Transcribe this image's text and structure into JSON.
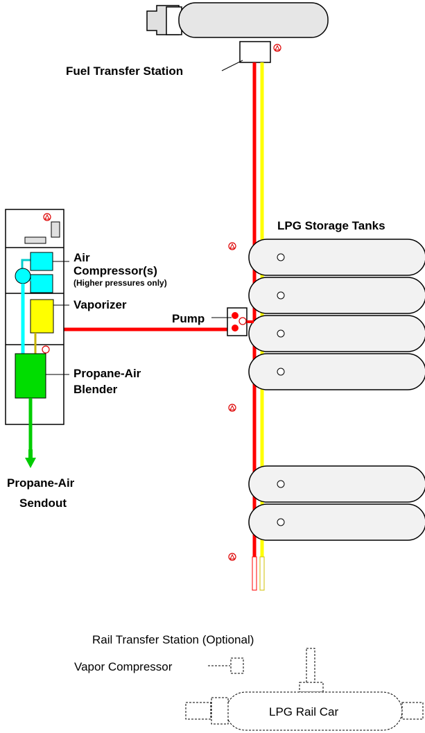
{
  "labels": {
    "fuel_transfer_station": "Fuel Transfer Station",
    "lpg_storage_tanks": "LPG Storage Tanks",
    "air_compressor_line1": "Air",
    "air_compressor_line2": "Compressor(s)",
    "air_compressor_note": "(Higher pressures only)",
    "vaporizer": "Vaporizer",
    "pump": "Pump",
    "blender_line1": "Propane-Air",
    "blender_line2": "Blender",
    "sendout_line1": "Propane-Air",
    "sendout_line2": "Sendout",
    "rail_transfer_station": "Rail Transfer Station (Optional)",
    "vapor_compressor": "Vapor Compressor",
    "rail_car": "LPG Rail Car"
  },
  "colors": {
    "liquid_line": "#ff0000",
    "vapor_line": "#ffff00",
    "air_line": "#00ffff",
    "blend_line": "#00cc00",
    "tank_fill": "#f2f2f2",
    "vaporizer_fill": "#ffff00",
    "blender_fill": "#00dd00",
    "compressor_fill": "#00ffff"
  },
  "icons": [
    "safety-valve-icon",
    "excess-flow-valve-icon",
    "gauge-icon"
  ]
}
